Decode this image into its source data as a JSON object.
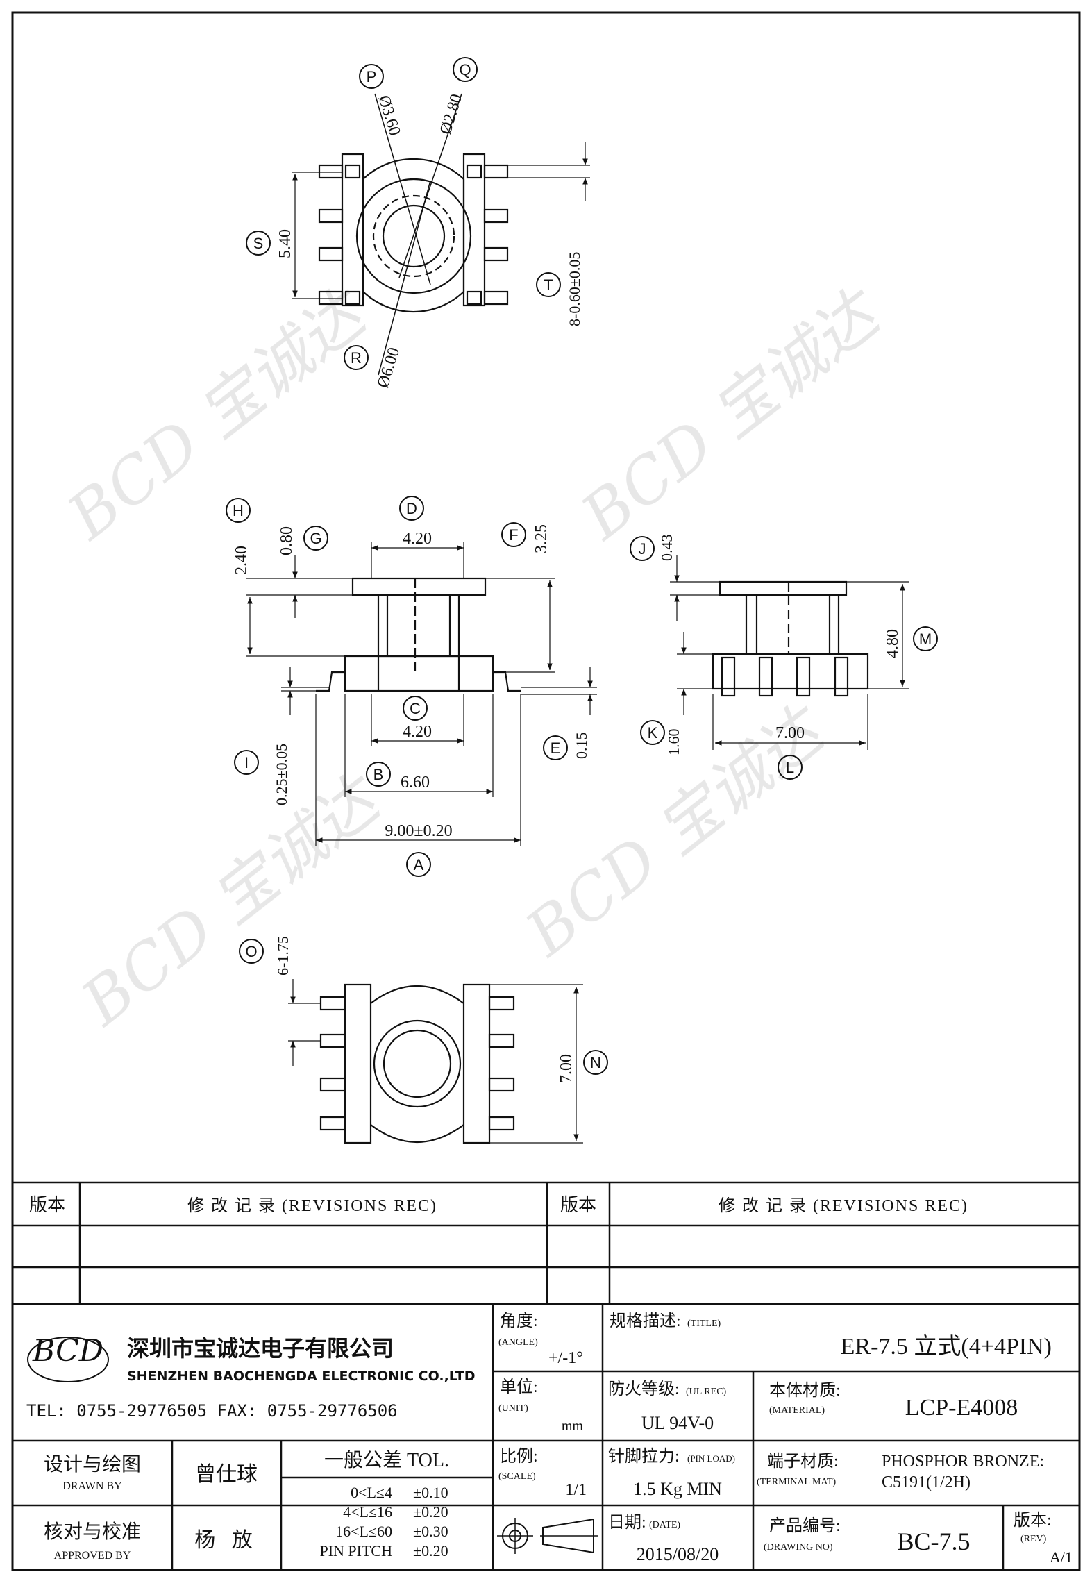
{
  "callouts": {
    "P": "P",
    "Q": "Q",
    "R": "R",
    "S": "S",
    "T": "T",
    "H": "H",
    "G": "G",
    "D": "D",
    "F": "F",
    "C": "C",
    "B": "B",
    "A": "A",
    "I": "I",
    "E": "E",
    "J": "J",
    "M": "M",
    "K": "K",
    "L": "L",
    "O": "O",
    "N": "N"
  },
  "dims": {
    "top_d360": "Ø3.60",
    "top_d280": "Ø2.80",
    "top_d600": "Ø6.00",
    "top_540": "5.40",
    "top_pin": "8-0.60±0.05",
    "front_D": "4.20",
    "front_C": "4.20",
    "front_B": "6.60",
    "front_A": "9.00±0.20",
    "front_H": "2.40",
    "front_G": "0.80",
    "front_F": "3.25",
    "front_I": "0.25±0.05",
    "front_E": "0.15",
    "side_J": "0.43",
    "side_M": "4.80",
    "side_K": "1.60",
    "side_L": "7.00",
    "bottom_O": "6-1.75",
    "bottom_N": "7.00"
  },
  "watermark": {
    "text": "BCD 宝诚达"
  },
  "revisions": {
    "col_ver": "版本",
    "col_rec": "修 改 记 录 (REVISIONS REC)",
    "col_ver2": "版本",
    "col_rec2": "修 改 记 录 (REVISIONS REC)"
  },
  "company": {
    "logo": "BCD",
    "name_cn": "深圳市宝诚达电子有限公司",
    "name_en": "SHENZHEN BAOCHENGDA ELECTRONIC CO.,LTD",
    "contact": "TEL: 0755-29776505  FAX: 0755-29776506"
  },
  "title_block": {
    "angle_label": "角度:",
    "angle_label_en": "(ANGLE)",
    "angle_value": "+/-1°",
    "title_label": "规格描述:",
    "title_label_en": "(TITLE)",
    "title_value": "ER-7.5 立式(4+4PIN)",
    "unit_label": "单位:",
    "unit_label_en": "(UNIT)",
    "unit_value": "mm",
    "ul_label": "防火等级:",
    "ul_label_en": "(UL REC)",
    "ul_value": "UL 94V-0",
    "material_label": "本体材质:",
    "material_label_en": "(MATERIAL)",
    "material_value": "LCP-E4008",
    "drawn_label": "设计与绘图",
    "drawn_label_en": "DRAWN BY",
    "drawn_value": "曾仕球",
    "tol_header": "一般公差 TOL.",
    "tol_rows": [
      {
        "range": "0<L≤4",
        "tol": "±0.10"
      },
      {
        "range": "4<L≤16",
        "tol": "±0.20"
      },
      {
        "range": "16<L≤60",
        "tol": "±0.30"
      },
      {
        "range": "PIN PITCH",
        "tol": "±0.20"
      }
    ],
    "scale_label": "比例:",
    "scale_label_en": "(SCALE)",
    "scale_value": "1/1",
    "pinload_label": "针脚拉力:",
    "pinload_label_en": "(PIN LOAD)",
    "pinload_value": "1.5 Kg MIN",
    "terminal_label": "端子材质:",
    "terminal_label_en": "(TERMINAL MAT)",
    "terminal_value_1": "PHOSPHOR BRONZE:",
    "terminal_value_2": "C5191(1/2H)",
    "approved_label": "核对与校准",
    "approved_label_en": "APPROVED BY",
    "approved_value": "杨 放",
    "date_label": "日期:",
    "date_label_en": "(DATE)",
    "date_value": "2015/08/20",
    "drawing_label": "产品编号:",
    "drawing_label_en": "(DRAWING NO)",
    "drawing_value": "BC-7.5",
    "rev_label": "版本:",
    "rev_label_en": "(REV)",
    "rev_value": "A/1"
  }
}
